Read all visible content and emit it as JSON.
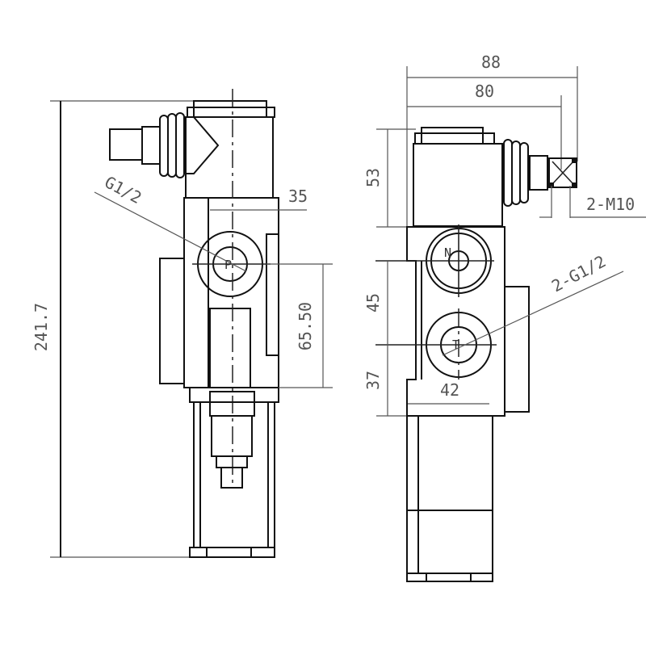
{
  "drawing": {
    "side_view": {
      "overall_height": "241.7",
      "thread_label": "G1/2",
      "width_dim": "35",
      "port_height_dim": "65.50",
      "port_label": "P"
    },
    "front_view": {
      "overall_width": "88",
      "body_width": "80",
      "solenoid_height": "53",
      "port_spacing": "45",
      "lower_height": "37",
      "port_width": "42",
      "mount_label": "2-M10",
      "thread_label": "2-G1/2",
      "port_n_label": "N",
      "port_t_label": "T"
    }
  }
}
